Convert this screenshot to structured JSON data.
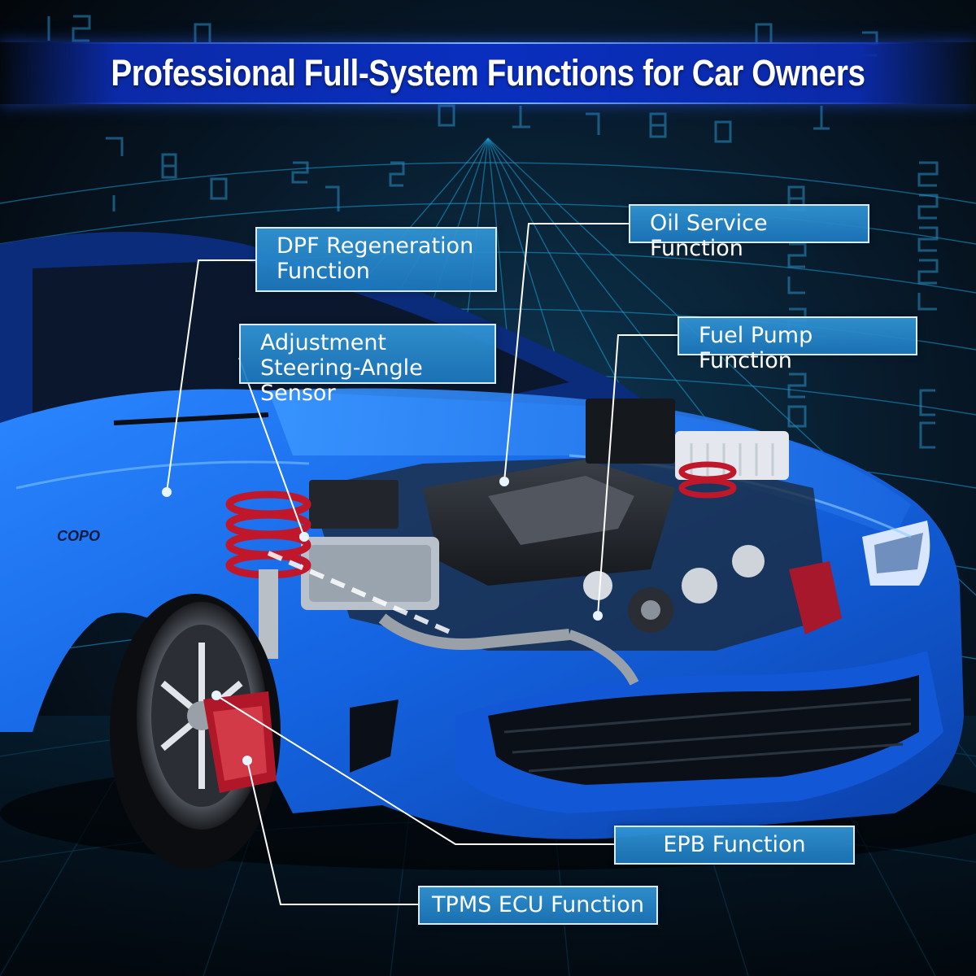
{
  "title": "Professional Full-System Functions for Car Owners",
  "badge_text": "COPO",
  "callouts": {
    "dpf": "DPF Regeneration Function",
    "steering": "Adjustment Steering-Angle Sensor",
    "oil": "Oil Service Function",
    "fuel": "Fuel Pump Function",
    "epb": "EPB Function",
    "tpms": "TPMS ECU Function"
  },
  "colors": {
    "car_body": "#1f6fe8",
    "title_band": "#0a2fbf",
    "callout_fill": "#2a86cc",
    "grid_cyan": "#1aa0d8",
    "brake_red": "#b0182a"
  }
}
